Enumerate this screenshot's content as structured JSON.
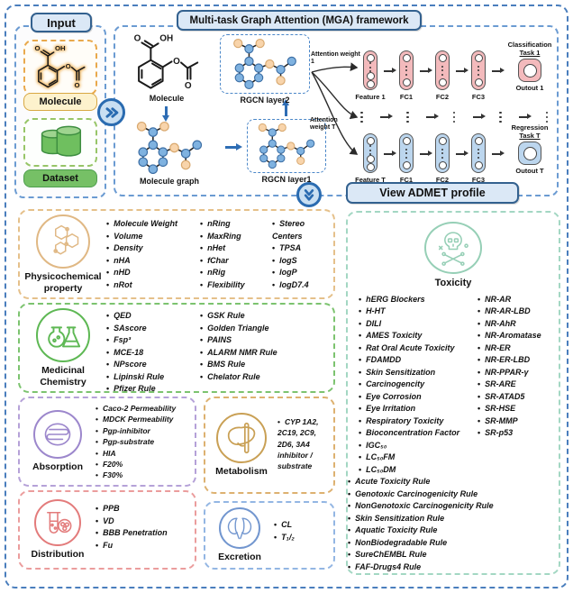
{
  "input": {
    "title": "Input",
    "molecule_label": "Molecule",
    "dataset_label": "Dataset"
  },
  "framework": {
    "title": "Multi-task Graph Attention (MGA) framework",
    "molecule_label": "Molecule",
    "molecule_graph_label": "Molecule graph",
    "rgcn_layer1_label": "RGCN layer1",
    "rgcn_layer2_label": "RGCN layer2",
    "attention_weight_1": "Attention weight 1",
    "attention_weight_t_line1": "Attention",
    "attention_weight_t_line2": "weight T",
    "task_rows": [
      {
        "feature": "Feature 1",
        "fc_labels": [
          "FC1",
          "FC2",
          "FC3"
        ],
        "task_type": "Classification",
        "task": "Task 1",
        "output": "Outout 1"
      },
      {
        "feature": "Feature T",
        "fc_labels": [
          "FC1",
          "FC2",
          "FC3"
        ],
        "task_type": "Regression",
        "task": "Task T",
        "output": "Outout T"
      }
    ]
  },
  "admet": {
    "title": "View ADMET profile",
    "physicochemical": {
      "label_line1": "Physicochemical",
      "label_line2": "property",
      "columns": [
        [
          "Molecule Weight",
          "Volume",
          "Density",
          "nHA",
          "nHD",
          "nRot"
        ],
        [
          "nRing",
          "MaxRing",
          "nHet",
          "fChar",
          "nRig",
          "Flexibility"
        ],
        [
          "Stereo Centers",
          "TPSA",
          "logS",
          "logP",
          "logD7.4"
        ]
      ]
    },
    "medicinal": {
      "label_line1": "Medicinal",
      "label_line2": "Chemistry",
      "columns": [
        [
          "QED",
          "SAscore",
          "Fsp³",
          "MCE-18",
          "NPscore",
          "Lipinski Rule",
          "Pfizer Rule"
        ],
        [
          "GSK Rule",
          "Golden Triangle",
          "PAINS",
          "ALARM NMR Rule",
          "BMS Rule",
          "Chelator Rule"
        ]
      ]
    },
    "absorption": {
      "label": "Absorption",
      "items": [
        "Caco-2 Permeability",
        "MDCK Permeability",
        "Pgp-inhibitor",
        "Pgp-substrate",
        "HIA",
        "F20%",
        "F30%"
      ]
    },
    "metabolism": {
      "label": "Metabolism",
      "items": [
        "CYP 1A2, 2C19, 2C9, 2D6, 3A4 inhibitor / substrate"
      ]
    },
    "distribution": {
      "label": "Distribution",
      "items": [
        "PPB",
        "VD",
        "BBB Penetration",
        "Fu"
      ]
    },
    "excretion": {
      "label": "Excretion",
      "items": [
        "CL",
        "T₁/₂"
      ]
    },
    "toxicity": {
      "label": "Toxicity",
      "columns": [
        [
          "hERG Blockers",
          "H-HT",
          "DILI",
          "AMES Toxicity",
          "Rat Oral Acute Toxicity",
          "FDAMDD",
          "Skin Sensitization",
          "Carcinogencity",
          "Eye Corrosion",
          "Eye Irritation",
          "Respiratory Toxicity",
          "Bioconcentration Factor",
          "IGC₅₀",
          "LC₅₀FM",
          "LC₅₀DM"
        ],
        [
          "NR-AR",
          "NR-AR-LBD",
          "NR-AhR",
          "NR-Aromatase",
          "NR-ER",
          "NR-ER-LBD",
          "NR-PPAR-γ",
          "SR-ARE",
          "SR-ATAD5",
          "SR-HSE",
          "SR-MMP",
          "SR-p53"
        ]
      ],
      "rules": [
        "Acute Toxicity Rule",
        "Genotoxic Carcinogenicity Rule",
        "NonGenotoxic Carcinogenicity Rule",
        "Skin Sensitization Rule",
        "Aquatic Toxicity Rule",
        "NonBiodegradable Rule",
        "SureChEMBL Rule",
        "FAF-Drugs4 Rule"
      ]
    }
  },
  "colors": {
    "frame_blue": "#4a7ebd",
    "header_fill": "#dbe8f6",
    "header_border": "#33618f",
    "classification_pink": "#f3babc",
    "regression_blue": "#bcd6ee",
    "node_blue": "#7fb2e0",
    "node_tan": "#f8d4ab",
    "physicochemical_tan": "#e0b884",
    "medicinal_green": "#5eb854",
    "absorption_purple": "#9c87cc",
    "metabolism_gold": "#c9a055",
    "distribution_red": "#e37b7b",
    "excretion_blue": "#7296cf",
    "toxicity_teal": "#96cfb6"
  }
}
